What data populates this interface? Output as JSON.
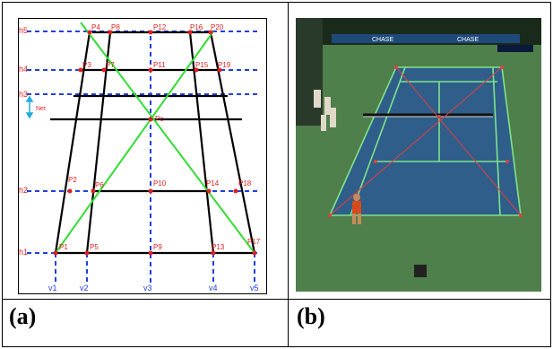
{
  "captions": {
    "a": "(a)",
    "b": "(b)"
  },
  "diagram": {
    "row_labels": [
      "h5",
      "h4",
      "h3",
      "h2",
      "h1"
    ],
    "net_label": "Net",
    "col_labels": [
      "v1",
      "v2",
      "v3",
      "v4",
      "v5"
    ],
    "points": {
      "p1": "P1",
      "p2": "P2",
      "p3": "P3",
      "p4": "P4",
      "p5": "P5",
      "p6": "P6",
      "p7": "P7",
      "p8": "P8",
      "p9": "P9",
      "p10": "P10",
      "p11": "P11",
      "p12": "P12",
      "p13": "P13",
      "p14": "P14",
      "p15": "P15",
      "p16": "P16",
      "p17": "P17",
      "p18": "P18",
      "p19": "P19",
      "p20": "P20",
      "pc": "Pc"
    },
    "colors": {
      "court_lines": "#000000",
      "guides": "#1f3fe0",
      "diagonals": "#33dd33",
      "labels": "#e02020",
      "net_arrow": "#22aadd"
    }
  },
  "photo": {
    "colors": {
      "surround": "#4f7f4a",
      "court": "#2f5e8a",
      "lines": "#7fe38a",
      "diagonals": "#e04040",
      "stands": "#1a2a1a"
    },
    "banner_text": [
      "CHASE",
      "CHASE"
    ]
  }
}
